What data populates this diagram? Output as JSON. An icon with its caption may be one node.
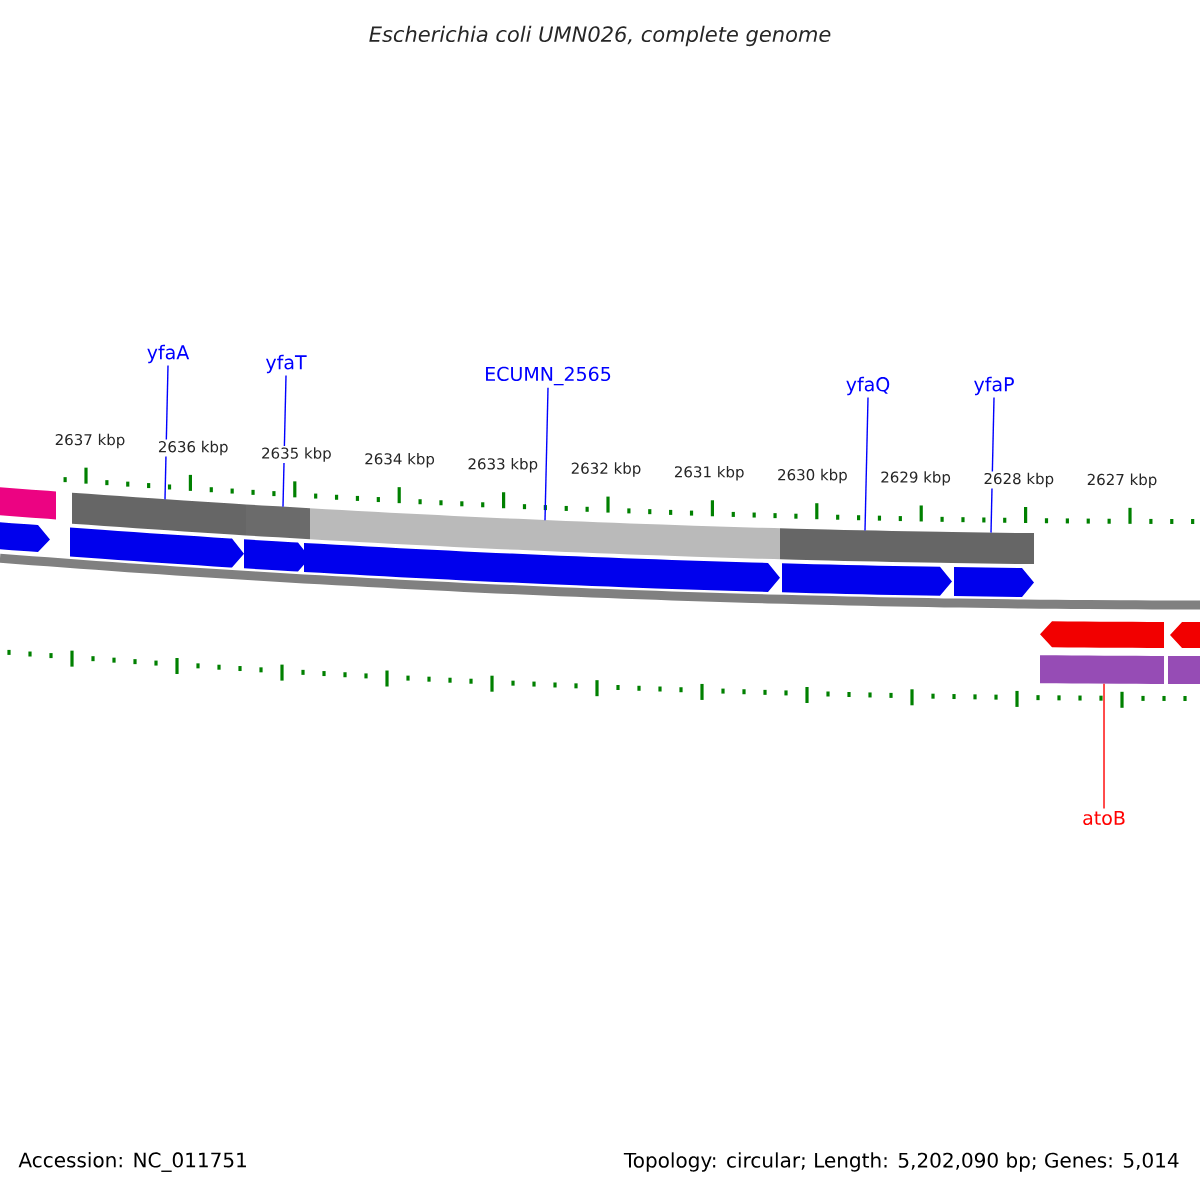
{
  "diagram": {
    "title": "Escherichia coli UMN026, complete genome",
    "nodes": [
      {
        "text": [
          "yfaA"
        ]
      },
      {
        "text": [
          "yfaT"
        ]
      },
      {
        "text": [
          "ECUMN_2565"
        ]
      },
      {
        "text": [
          "yfaQ"
        ]
      },
      {
        "text": [
          "yfaP"
        ]
      },
      {
        "text": [
          "atoB"
        ]
      },
      {
        "text": [],
        "shape": "bar"
      },
      {
        "text": [],
        "shape": "bar"
      },
      {
        "text": [],
        "shape": "bar"
      },
      {
        "text": [],
        "shape": "bar"
      },
      {
        "text": [],
        "shape": "bar"
      },
      {
        "text": [],
        "shape": "bar"
      },
      {
        "text": [],
        "shape": "bar"
      },
      {
        "text": [],
        "shape": "arrow"
      },
      {
        "text": [],
        "shape": "arrow"
      },
      {
        "text": [],
        "shape": "arrow"
      },
      {
        "text": [],
        "shape": "arrow"
      },
      {
        "text": [],
        "shape": "arrow"
      },
      {
        "text": [],
        "shape": "arrow"
      },
      {
        "text": [],
        "shape": "arrow"
      },
      {
        "text": [],
        "shape": "arrow"
      },
      {
        "text": [],
        "shape": "bar"
      }
    ],
    "edges": [
      {
        "from": 0,
        "to": 6,
        "arrow": "none"
      },
      {
        "from": 1,
        "to": 7,
        "arrow": "none"
      },
      {
        "from": 2,
        "to": 8,
        "arrow": "none"
      },
      {
        "from": 3,
        "to": 9,
        "arrow": "none"
      },
      {
        "from": 4,
        "to": 10,
        "arrow": "none"
      },
      {
        "from": 5,
        "to": 11,
        "arrow": "none",
        "color": "#ff0000"
      }
    ],
    "labels": [
      "2637 kbp",
      "2636 kbp",
      "2635 kbp",
      "2634 kbp",
      "2633 kbp",
      "2632 kbp",
      "2631 kbp",
      "2630 kbp",
      "2629 kbp",
      "2628 kbp",
      "2627 kbp",
      "Accession: NC_011751",
      "Topology: circular; Length: 5,202,090 bp; Genes: 5,014"
    ]
  }
}
